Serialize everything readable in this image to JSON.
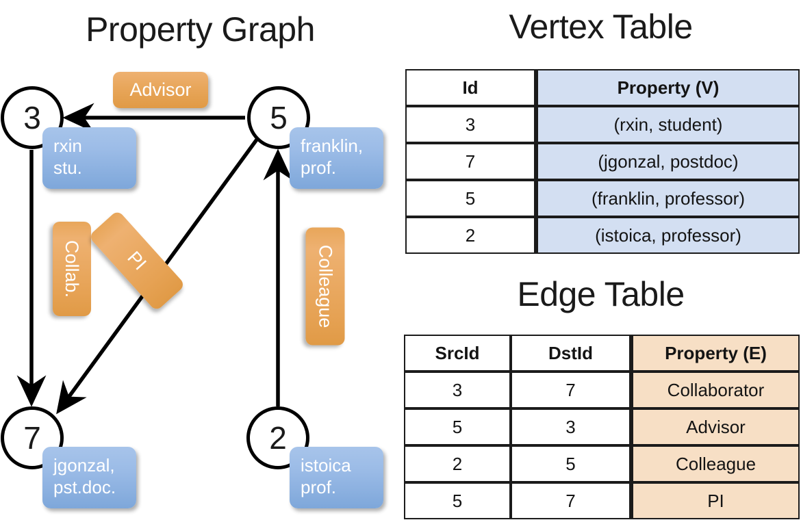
{
  "titles": {
    "property_graph": "Property Graph",
    "vertex_table": "Vertex Table",
    "edge_table": "Edge Table"
  },
  "colors": {
    "vertex_property_fill": "#d3dff2",
    "edge_property_fill": "#f7dfc5",
    "node_box_blue": "#9cbce7",
    "edge_label_orange": "#e8a65a",
    "stroke": "#000000"
  },
  "graph": {
    "vertices": [
      {
        "id": "3",
        "property_lines": [
          "rxin",
          "stu."
        ]
      },
      {
        "id": "5",
        "property_lines": [
          "franklin,",
          "prof."
        ]
      },
      {
        "id": "7",
        "property_lines": [
          "jgonzal,",
          "pst.doc."
        ]
      },
      {
        "id": "2",
        "property_lines": [
          "istoica",
          "prof."
        ]
      }
    ],
    "edge_labels": [
      {
        "name": "advisor",
        "text": "Advisor",
        "from": "5",
        "to": "3"
      },
      {
        "name": "collab",
        "text": "Collab.",
        "from": "3",
        "to": "7"
      },
      {
        "name": "pi",
        "text": "PI",
        "from": "5",
        "to": "7"
      },
      {
        "name": "colleague",
        "text": "Colleague",
        "from": "2",
        "to": "5"
      }
    ]
  },
  "vertex_table": {
    "headers": [
      "Id",
      "Property (V)"
    ],
    "rows": [
      {
        "id": "3",
        "property": "(rxin, student)"
      },
      {
        "id": "7",
        "property": "(jgonzal, postdoc)"
      },
      {
        "id": "5",
        "property": "(franklin, professor)"
      },
      {
        "id": "2",
        "property": "(istoica, professor)"
      }
    ]
  },
  "edge_table": {
    "headers": [
      "SrcId",
      "DstId",
      "Property (E)"
    ],
    "rows": [
      {
        "src": "3",
        "dst": "7",
        "property": "Collaborator"
      },
      {
        "src": "5",
        "dst": "3",
        "property": "Advisor"
      },
      {
        "src": "2",
        "dst": "5",
        "property": "Colleague"
      },
      {
        "src": "5",
        "dst": "7",
        "property": "PI"
      }
    ]
  }
}
